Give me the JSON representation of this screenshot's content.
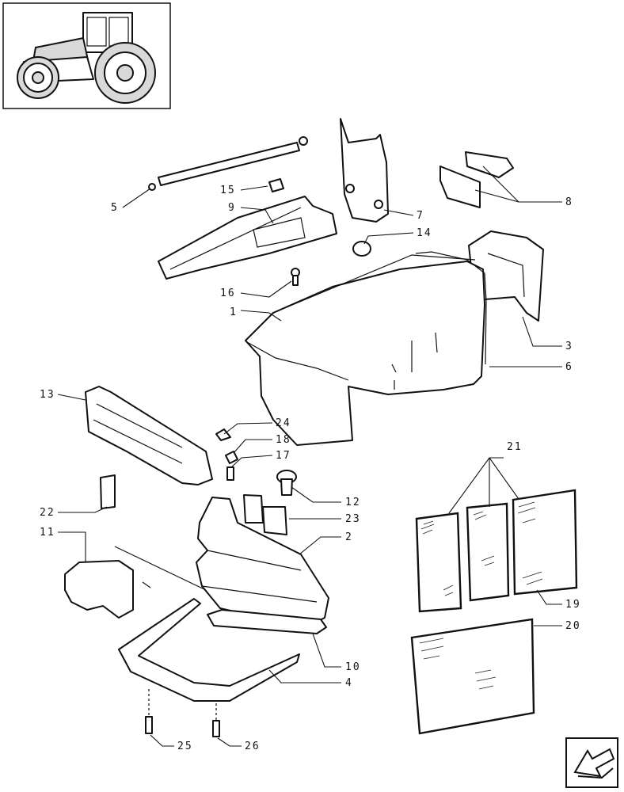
{
  "callouts": [
    {
      "id": "1",
      "label": "1"
    },
    {
      "id": "2",
      "label": "2"
    },
    {
      "id": "3",
      "label": "3"
    },
    {
      "id": "4",
      "label": "4"
    },
    {
      "id": "5",
      "label": "5"
    },
    {
      "id": "6",
      "label": "6"
    },
    {
      "id": "7",
      "label": "7"
    },
    {
      "id": "8",
      "label": "8"
    },
    {
      "id": "9",
      "label": "9"
    },
    {
      "id": "10",
      "label": "10"
    },
    {
      "id": "11",
      "label": "11"
    },
    {
      "id": "12",
      "label": "12"
    },
    {
      "id": "13",
      "label": "13"
    },
    {
      "id": "14",
      "label": "14"
    },
    {
      "id": "15",
      "label": "15"
    },
    {
      "id": "16",
      "label": "16"
    },
    {
      "id": "17",
      "label": "17"
    },
    {
      "id": "18",
      "label": "18"
    },
    {
      "id": "19",
      "label": "19"
    },
    {
      "id": "20",
      "label": "20"
    },
    {
      "id": "21",
      "label": "21"
    },
    {
      "id": "22",
      "label": "22"
    },
    {
      "id": "23",
      "label": "23"
    },
    {
      "id": "24",
      "label": "24"
    },
    {
      "id": "25",
      "label": "25"
    },
    {
      "id": "26",
      "label": "26"
    }
  ],
  "nav": {
    "icon": "arrow-return-icon"
  }
}
